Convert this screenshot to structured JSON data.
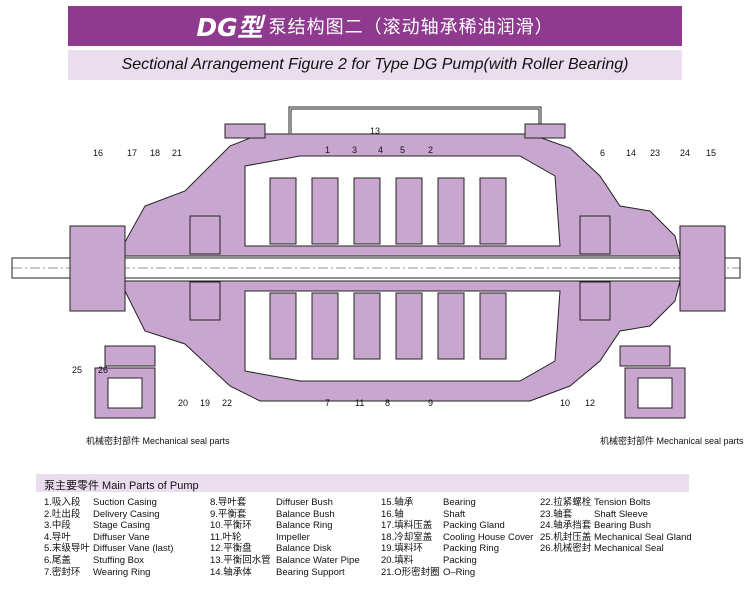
{
  "title": {
    "dg": "DG型",
    "cn": "泵结构图二（滚动轴承稀油润滑）"
  },
  "subtitle": "Sectional Arrangement Figure  2  for  Type DG Pump(with Roller Bearing)",
  "callouts_top": [
    "13",
    "1",
    "3",
    "4",
    "5",
    "2",
    "16",
    "17",
    "18",
    "21",
    "6",
    "14",
    "23",
    "24",
    "15"
  ],
  "callouts_bottom": [
    "25",
    "26",
    "20",
    "19",
    "22",
    "7",
    "11",
    "8",
    "9",
    "10",
    "12"
  ],
  "seal_caption_left": "机械密封部件 Mechanical seal parts",
  "seal_caption_right": "机械密封部件 Mechanical seal parts",
  "parts_heading": "泵主要零件 Main Parts of Pump",
  "parts": [
    [
      {
        "cn": "1.吸入段",
        "en": "Suction Casing"
      },
      {
        "cn": "2.吐出段",
        "en": "Delivery Casing"
      },
      {
        "cn": "3.中段",
        "en": "Stage Casing"
      },
      {
        "cn": "4.导叶",
        "en": "Diffuser Vane"
      },
      {
        "cn": "5.末级导叶",
        "en": "Diffuser  Vane (last)"
      },
      {
        "cn": "6.尾盖",
        "en": "Stuffing Box"
      },
      {
        "cn": "7.密封环",
        "en": "Wearing Ring"
      }
    ],
    [
      {
        "cn": "8.导叶套",
        "en": "Diffuser Bush"
      },
      {
        "cn": "9.平衡套",
        "en": "Balance Bush"
      },
      {
        "cn": "10.平衡环",
        "en": "Balance Ring"
      },
      {
        "cn": "11.叶轮",
        "en": "Impeller"
      },
      {
        "cn": "12.平衡盘",
        "en": "Balance Disk"
      },
      {
        "cn": "13.平衡回水管",
        "en": "Balance Water Pipe"
      },
      {
        "cn": "14.轴承体",
        "en": "Bearing Support"
      }
    ],
    [
      {
        "cn": "15.轴承",
        "en": "Bearing"
      },
      {
        "cn": "16.轴",
        "en": "Shaft"
      },
      {
        "cn": "17.填料压盖",
        "en": "Packing Gland"
      },
      {
        "cn": "18.冷却室盖",
        "en": "Cooling House Cover"
      },
      {
        "cn": "19.填料环",
        "en": "Packing Ring"
      },
      {
        "cn": "20.填料",
        "en": "Packing"
      },
      {
        "cn": "21.O形密封圈",
        "en": "O–Ring"
      }
    ],
    [
      {
        "cn": "22.拉紧螺栓",
        "en": "Tension Bolts"
      },
      {
        "cn": "23.轴套",
        "en": "Shaft Sleeve"
      },
      {
        "cn": "24.轴承挡套",
        "en": "Bearing Bush"
      },
      {
        "cn": "25.机封压盖",
        "en": "Mechanical Seal Gland"
      },
      {
        "cn": "26.机械密封",
        "en": "Mechanical Seal"
      }
    ]
  ],
  "colors": {
    "title_bg": "#8e3a8e",
    "subtitle_bg": "#e9ddee",
    "casing_fill": "#c9a6cf",
    "line": "#222222"
  }
}
